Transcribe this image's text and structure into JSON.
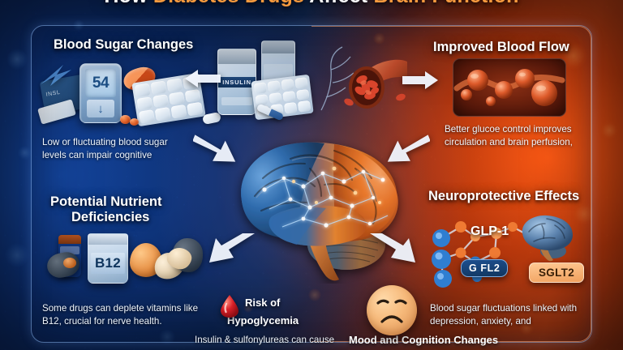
{
  "title": {
    "part1": "How ",
    "part2": "Diabetes Drugs",
    "part3": " Affect ",
    "part4": "Brain Function",
    "full": "How Diabetes Drugs Affect Brain Function",
    "accent_color": "#f79a3e",
    "base_color": "#ffffff"
  },
  "theme": {
    "left_color": "#0d2c63",
    "right_color": "#b3431a",
    "frame_border_blue": "#96c3ff",
    "frame_border_orange": "#ffa56e",
    "text_color": "#ffffff"
  },
  "sections": {
    "blood_sugar": {
      "heading": "Blood Sugar Changes",
      "body": "Low or fluctuating blood sugar levels can impair cognitive",
      "meter_reading": "54",
      "meter_trend_icon": "down-arrow-icon",
      "vial_label": "INSULIN"
    },
    "blood_flow": {
      "heading": "Improved Blood Flow",
      "body": "Better glucoe control improves circulation and brain perfusion,"
    },
    "nutrient": {
      "heading_line1": "Potential Nutrient",
      "heading_line2": "Deficiencies",
      "body": "Some drugs can deplete vitamins like B12, crucial for nerve health.",
      "bottle_label": "B12"
    },
    "neuroprotective": {
      "heading": "Neuroprotective Effects",
      "body": "Blood sugar fluctuations linked with depression, anxiety, and",
      "label_glp1": "GLP-1",
      "badge_gfl2": "G FL2",
      "badge_sglt2": "SGLT2"
    },
    "hypoglycemia": {
      "heading_line1": "Risk of",
      "heading_line2": "Hypoglycemia",
      "body": "Insulin & sulfonylureas can cause",
      "icon": "blood-drop-icon"
    },
    "mood": {
      "heading": "Mood and Cognition Changes",
      "icon": "sad-face-icon"
    }
  },
  "center": {
    "icon": "brain-illustration",
    "description": "Human brain split blue and orange with neural network overlay"
  },
  "arrows": [
    {
      "name": "arrow-insulin-to-left",
      "direction": "left"
    },
    {
      "name": "arrow-vessel-to-right",
      "direction": "right"
    },
    {
      "name": "arrow-topleft-to-brain",
      "direction": "down-right"
    },
    {
      "name": "arrow-topright-to-brain",
      "direction": "down-left"
    },
    {
      "name": "arrow-brain-to-bottomleft",
      "direction": "down-left"
    },
    {
      "name": "arrow-brain-to-bottomright",
      "direction": "down-right"
    }
  ]
}
